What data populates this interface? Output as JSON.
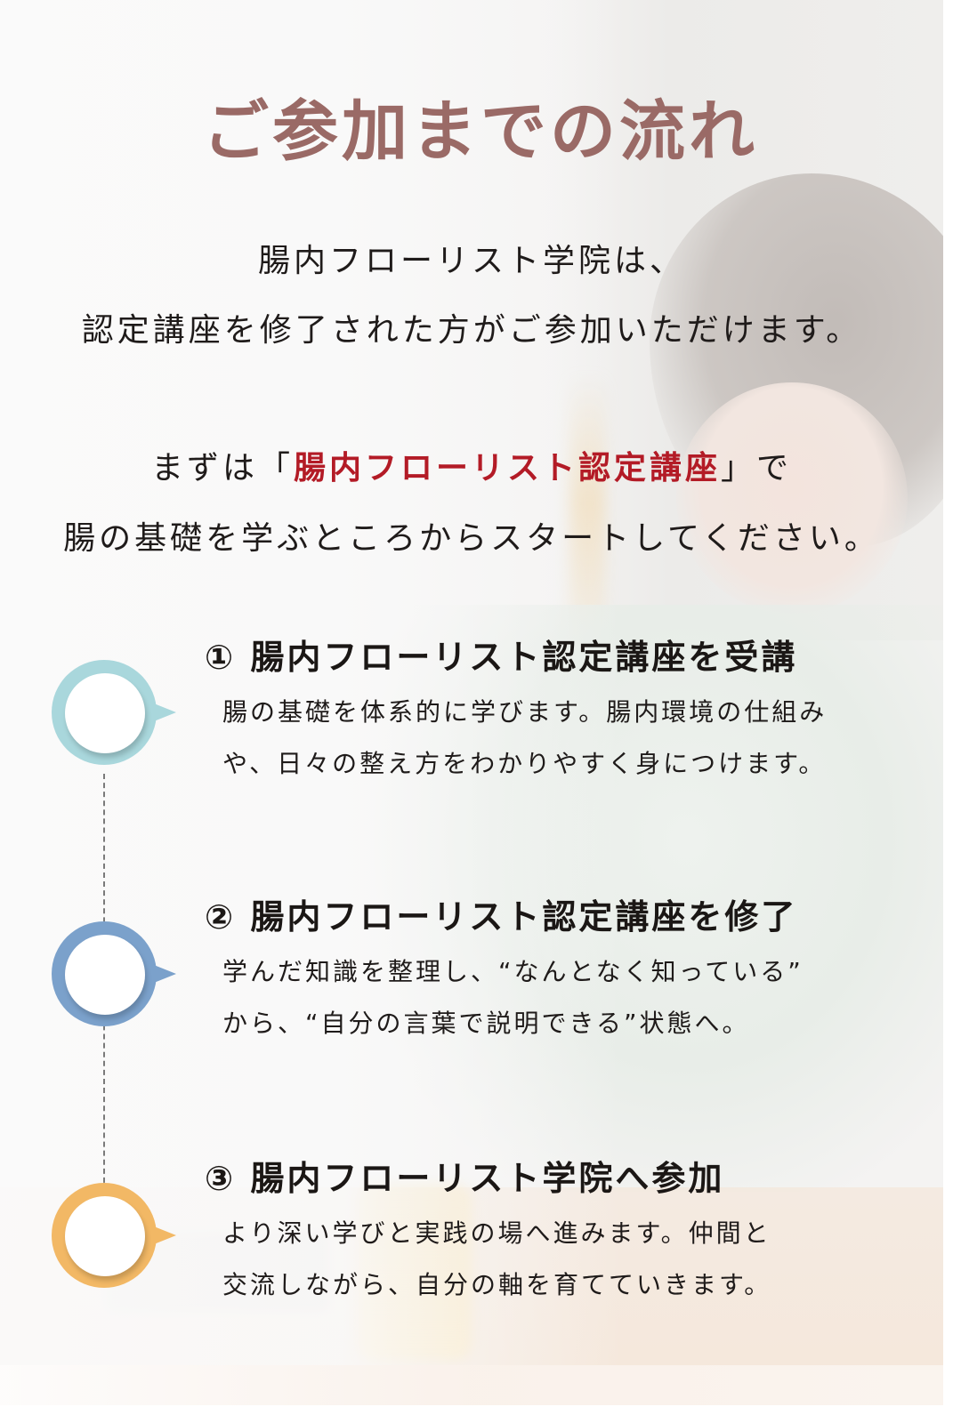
{
  "page": {
    "title": "ご参加までの流れ",
    "title_color": "#9a6a66"
  },
  "intro": {
    "line1": "腸内フローリスト学院は、",
    "line2": "認定講座を修了された方がご参加いただけます。",
    "line3_before": "まずは「",
    "line3_highlight": "腸内フローリスト認定講座",
    "line3_after": "」で",
    "line4": "腸の基礎を学ぶところからスタートしてください。",
    "highlight_color": "#b31b26",
    "highlight_marker_color": "#fcea50"
  },
  "steps": [
    {
      "title": "① 腸内フローリスト認定講座を受講",
      "desc_line1": "腸の基礎を体系的に学びます。腸内環境の仕組み",
      "desc_line2": "や、日々の整え方をわかりやすく身につけます。",
      "color": "#a9d7dc"
    },
    {
      "title": "② 腸内フローリスト認定講座を修了",
      "desc_line1": "学んだ知識を整理し、“なんとなく知っている”",
      "desc_line2": "から、“自分の言葉で説明できる”状態へ。",
      "color": "#7ba1cb"
    },
    {
      "title": "③ 腸内フローリスト学院へ参加",
      "desc_line1": "より深い学びと実践の場へ進みます。仲間と",
      "desc_line2": "交流しながら、自分の軸を育てていきます。",
      "color": "#f2b865"
    }
  ]
}
